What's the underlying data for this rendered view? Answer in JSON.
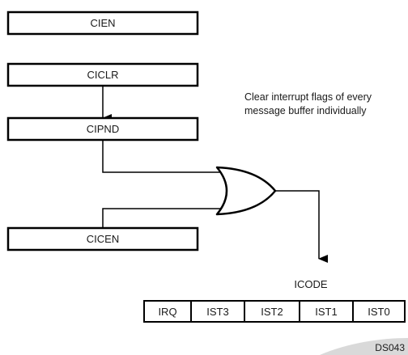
{
  "registers": {
    "cien": "CIEN",
    "ciclr": "CICLR",
    "cipnd": "CIPND",
    "cicen": "CICEN"
  },
  "note": {
    "line1": "Clear interrupt flags of every",
    "line2": "message buffer individually"
  },
  "icode": {
    "label": "ICODE",
    "fields": [
      "IRQ",
      "IST3",
      "IST2",
      "IST1",
      "IST0"
    ]
  },
  "doc_id": "DS043",
  "colors": {
    "stroke": "#000000",
    "background": "#ffffff",
    "watermark": "#d9d9d9"
  }
}
